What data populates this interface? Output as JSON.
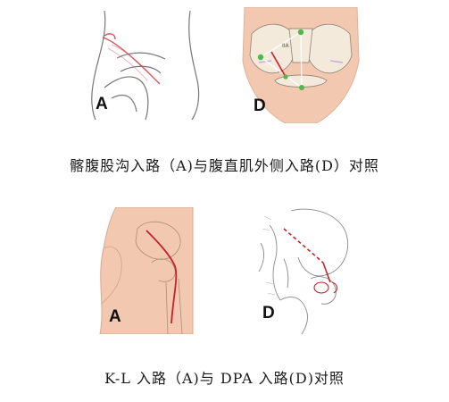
{
  "panels": {
    "top_left": {
      "letter": "A"
    },
    "top_right": {
      "letter": "D",
      "inner_label": "IIA"
    },
    "bottom_left": {
      "letter": "A"
    },
    "bottom_right": {
      "letter": "D"
    }
  },
  "captions": {
    "top": "髂腹股沟入路（A)与腹直肌外侧入路(D）对照",
    "bottom": "K-L 入路（A)与 DPA 入路(D)对照"
  },
  "colors": {
    "incision": "#c8202c",
    "skin": "#f2c9b0",
    "bone": "#f4eadc",
    "line": "#555555",
    "marker": "#4fb848"
  }
}
